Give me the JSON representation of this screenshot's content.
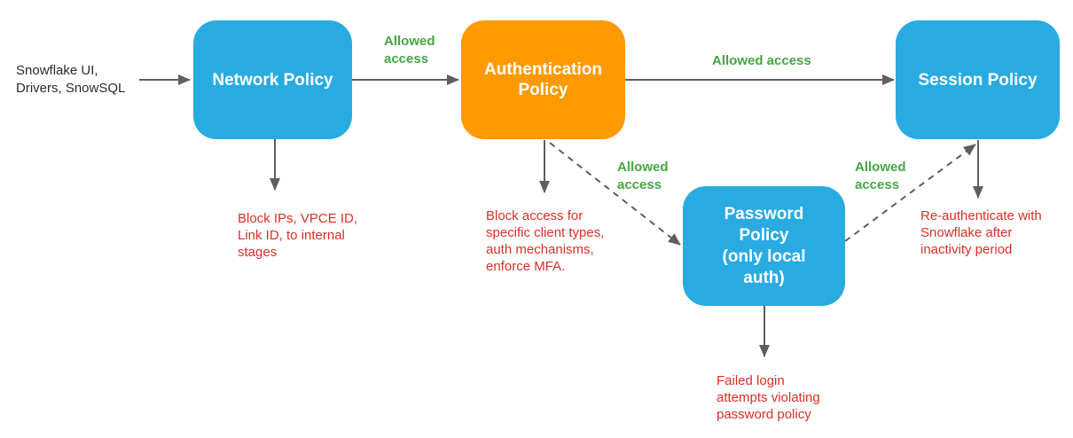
{
  "diagram": {
    "source": {
      "label": "Snowflake UI,\nDrivers, SnowSQL"
    },
    "nodes": {
      "network": {
        "label": "Network Policy",
        "color": "#29ABE2"
      },
      "authentication": {
        "label": "Authentication\nPolicy",
        "color": "#FF9900"
      },
      "session": {
        "label": "Session Policy",
        "color": "#29ABE2"
      },
      "password": {
        "label": "Password\nPolicy\n(only local\nauth)",
        "color": "#29ABE2"
      }
    },
    "edge_labels": {
      "network_to_auth": "Allowed\naccess",
      "auth_to_session": "Allowed access",
      "auth_to_password": "Allowed\naccess",
      "password_to_session": "Allowed\naccess"
    },
    "annotations": {
      "network": "Block IPs, VPCE ID,\nLink ID, to internal\nstages",
      "authentication": "Block access for\nspecific client types,\nauth mechanisms,\nenforce MFA.",
      "session": "Re-authenticate with\nSnowflake after\ninactivity period",
      "password": "Failed login\nattempts violating\npassword policy"
    },
    "colors": {
      "node_blue": "#29ABE2",
      "node_orange": "#FF9900",
      "edge_label_green": "#47A546",
      "annotation_red": "#D93025",
      "arrow_gray": "#5E5E5E",
      "text_black": "#2B2B2B"
    }
  }
}
